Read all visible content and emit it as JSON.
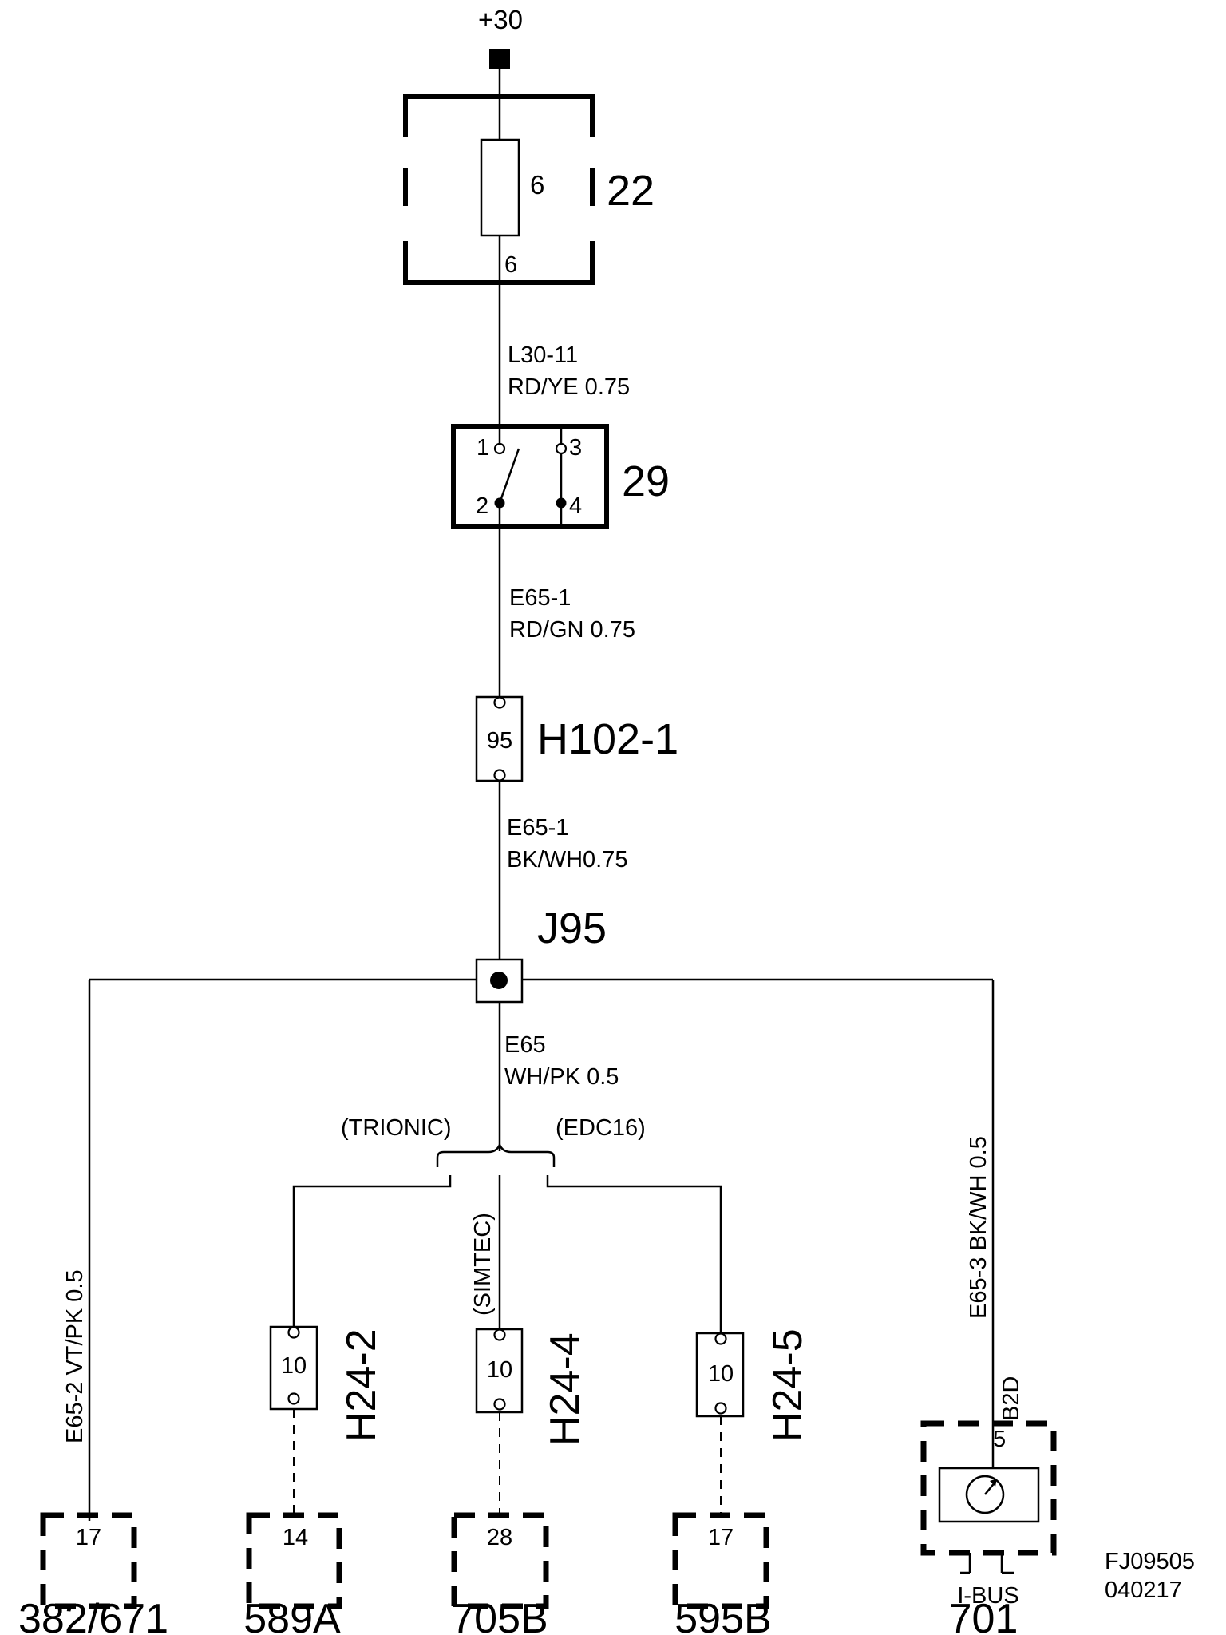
{
  "supply": {
    "label": "+30"
  },
  "fuse_box": {
    "id": "22",
    "fuse_number": "6",
    "pin": "6"
  },
  "wire_l30": {
    "code": "L30-11",
    "spec": "RD/YE  0.75"
  },
  "relay": {
    "id": "29",
    "pin1": "1",
    "pin2": "2",
    "pin3": "3",
    "pin4": "4"
  },
  "wire_e65_1a": {
    "code": "E65-1",
    "spec": "RD/GN  0.75"
  },
  "connector_h102": {
    "id": "H102-1",
    "pin": "95"
  },
  "wire_e65_1b": {
    "code": "E65-1",
    "spec": "BK/WH0.75"
  },
  "junction": {
    "id": "J95"
  },
  "wire_e65": {
    "code": "E65",
    "spec": "WH/PK 0.5"
  },
  "variants": {
    "left": "(TRIONIC)",
    "right": "(EDC16)",
    "middle": "(SIMTEC)"
  },
  "wire_e65_2": {
    "label": "E65-2  VT/PK  0.5"
  },
  "wire_e65_3": {
    "label": "E65-3  BK/WH  0.5"
  },
  "connectors": [
    {
      "id": "H24-2",
      "pin": "10"
    },
    {
      "id": "H24-4",
      "pin": "10"
    },
    {
      "id": "H24-5",
      "pin": "10"
    }
  ],
  "components": [
    {
      "id": "382/671",
      "pin": "17"
    },
    {
      "id": "589A",
      "pin": "14"
    },
    {
      "id": "705B",
      "pin": "28"
    },
    {
      "id": "595B",
      "pin": "17"
    }
  ],
  "module_701": {
    "id": "701",
    "pin": "5",
    "connector": "B2D",
    "bus": "I-BUS"
  },
  "drawing_ref": {
    "line1": "FJ09505",
    "line2": "040217"
  }
}
